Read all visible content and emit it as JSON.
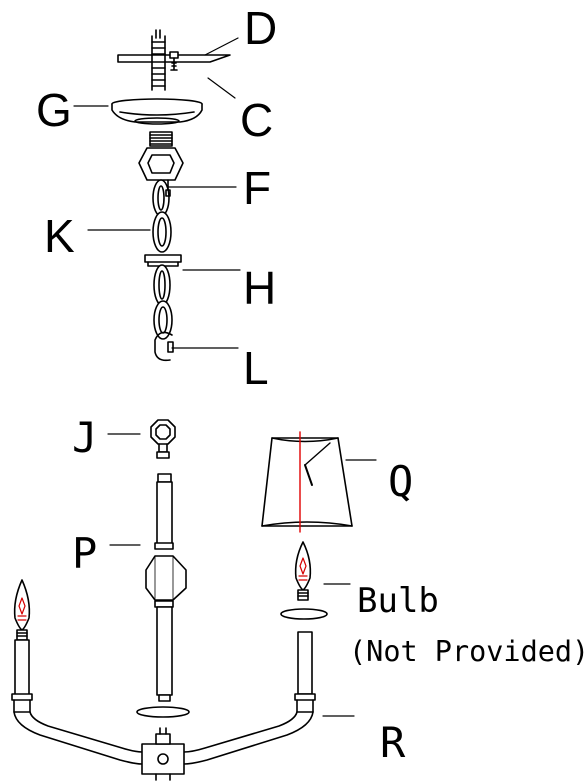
{
  "labels": {
    "D": "D",
    "C": "C",
    "G": "G",
    "F": "F",
    "K": "K",
    "H": "H",
    "L": "L",
    "J": "J",
    "P": "P",
    "Q": "Q",
    "bulb": "Bulb",
    "bulb_note": "(Not Provided)",
    "R": "R"
  },
  "colors": {
    "line": "#000000",
    "filament": "#d40000",
    "shade_seam": "#e00000"
  }
}
